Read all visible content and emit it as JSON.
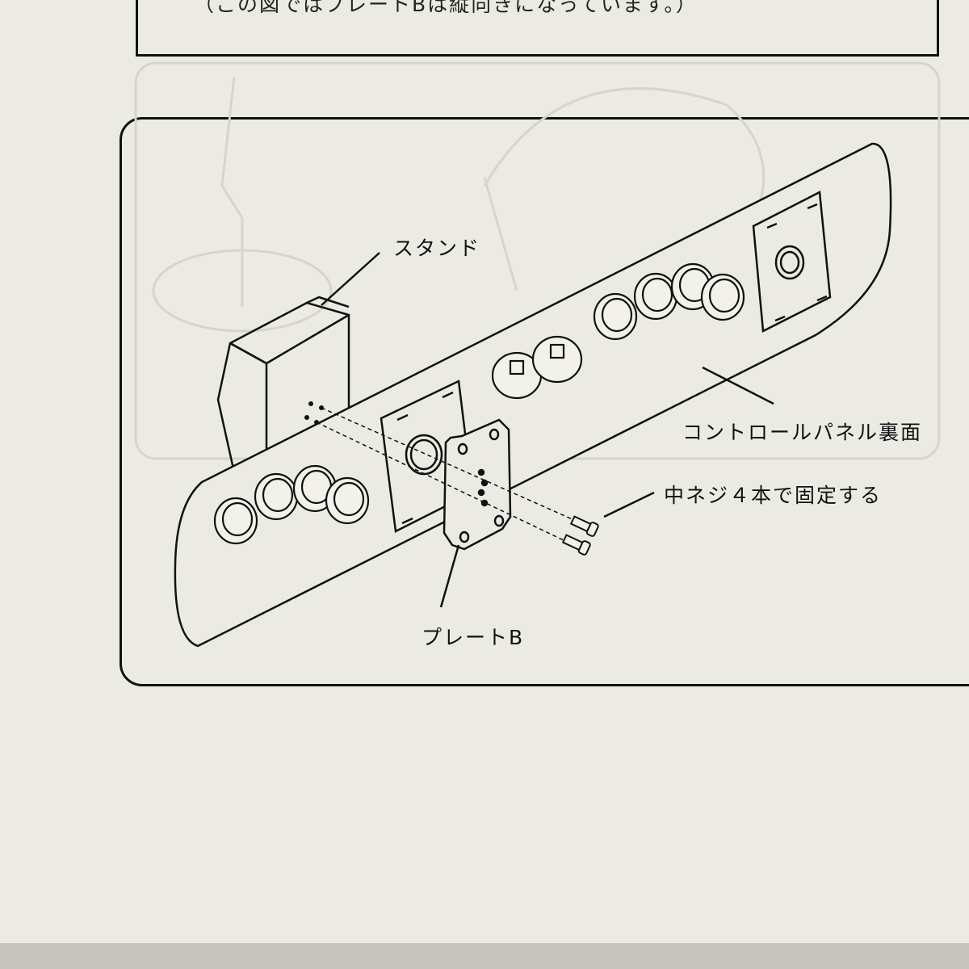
{
  "top_note": "（この図ではプレートBは縦向きになっています。）",
  "labels": {
    "stand": "スタンド",
    "panel_back": "コントロールパネル裏面",
    "screws": "中ネジ４本で固定する",
    "plate_b": "プレートB"
  },
  "colors": {
    "paper": "#ecebe3",
    "ink": "#111111",
    "ghost": "#d9d8d0"
  }
}
